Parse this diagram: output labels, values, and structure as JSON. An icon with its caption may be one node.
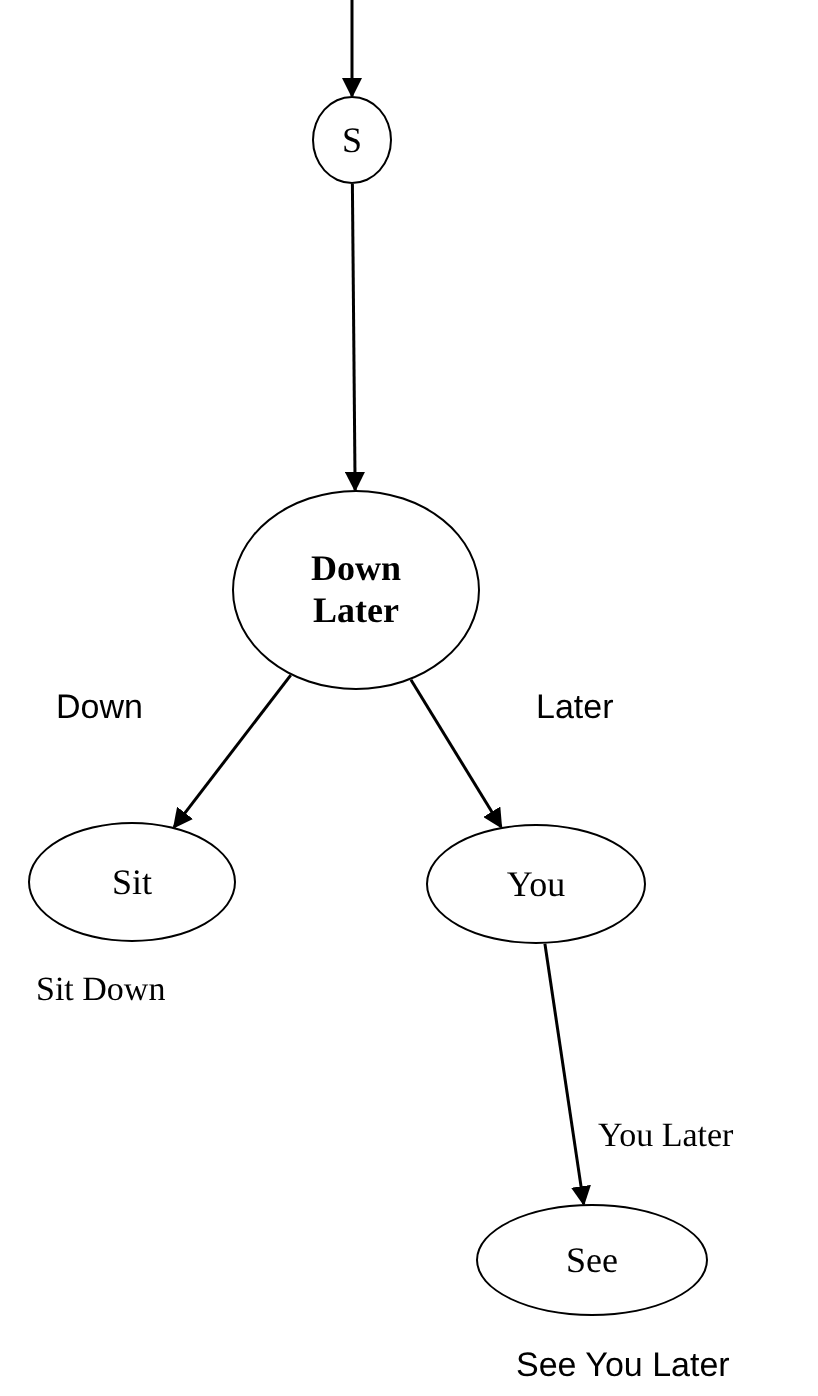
{
  "diagram": {
    "nodes": [
      {
        "text": [
          "S"
        ]
      },
      {
        "text": [
          "Down Later"
        ]
      },
      {
        "text": [
          "Sit"
        ],
        "beside": [
          "Sit Down"
        ]
      },
      {
        "text": [
          "You"
        ]
      },
      {
        "text": [
          "See"
        ],
        "beside": [
          "See You Later"
        ]
      }
    ],
    "edges": [
      {
        "from": null,
        "to": 0,
        "arrow": "to"
      },
      {
        "from": 0,
        "to": 1,
        "arrow": "to"
      },
      {
        "from": 1,
        "to": 2,
        "arrow": "to",
        "label": "Down"
      },
      {
        "from": 1,
        "to": 3,
        "arrow": "to",
        "label": "Later"
      },
      {
        "from": 3,
        "to": 4,
        "arrow": "to",
        "label": "You Later"
      }
    ]
  }
}
